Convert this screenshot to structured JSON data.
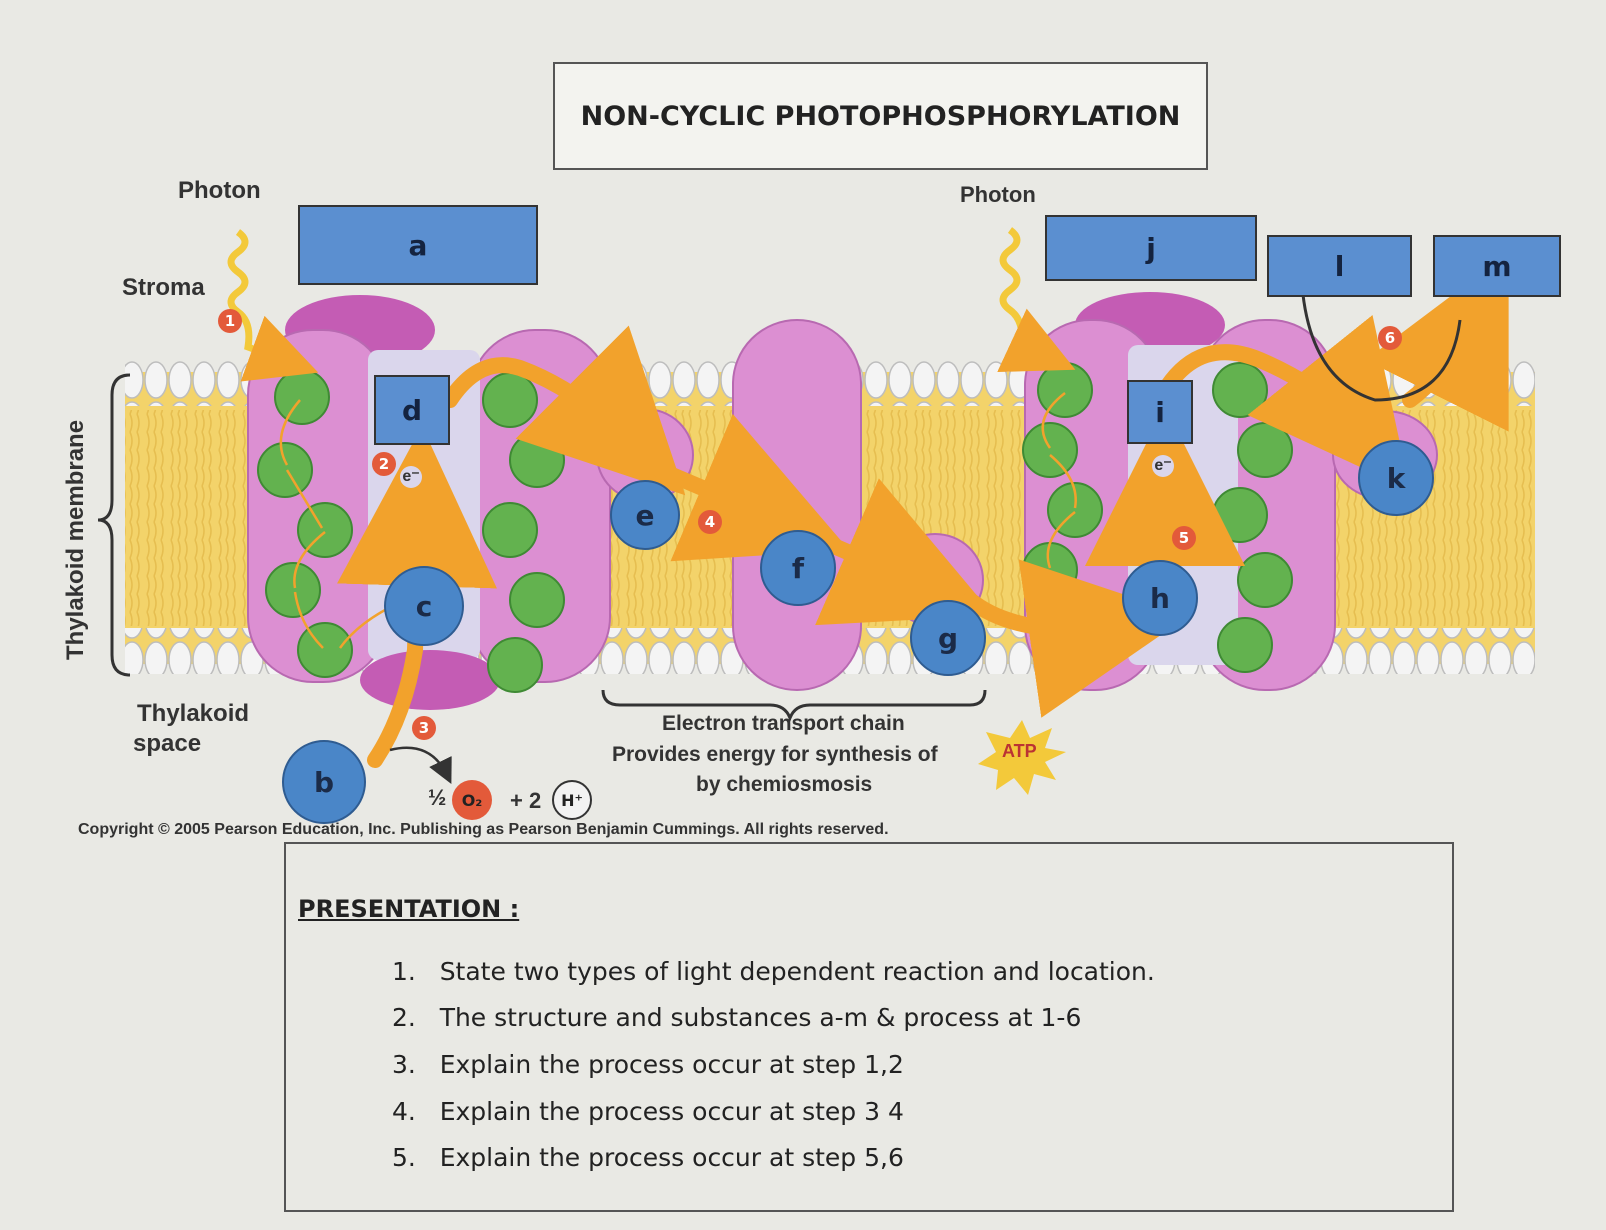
{
  "title": "NON-CYCLIC PHOTOPHOSPHORYLATION",
  "labels": {
    "photon_left": "Photon",
    "photon_right": "Photon",
    "stroma": "Stroma",
    "thylakoid_membrane": "Thylakoid membrane",
    "thylakoid_space_1": "Thylakoid",
    "thylakoid_space_2": "space",
    "etc": "Electron transport chain",
    "energy_line1": "Provides energy for synthesis of",
    "energy_line2": "by chemiosmosis",
    "atp": "ATP",
    "electron": "e⁻",
    "half": "½",
    "o2": "O₂",
    "plus_two": "+ 2",
    "h_plus": "H⁺"
  },
  "boxes": [
    "a",
    "j",
    "l",
    "m",
    "d",
    "i"
  ],
  "circles": [
    "b",
    "c",
    "e",
    "f",
    "g",
    "h",
    "k"
  ],
  "steps": [
    "1",
    "2",
    "3",
    "4",
    "5",
    "6"
  ],
  "copyright": "Copyright © 2005 Pearson Education, Inc. Publishing as Pearson Benjamin Cummings. All rights reserved.",
  "presentation": {
    "heading": "PRESENTATION :",
    "questions": [
      "1.   State two types of light dependent reaction and location.",
      "2.   The structure and substances a-m & process at 1-6",
      "3.   Explain the process occur at step 1,2",
      "4.   Explain the process occur at step 3 4",
      "5.   Explain the process occur at step 5,6"
    ]
  },
  "colors": {
    "membrane_yellow": "#f3d36a",
    "head_white": "#efefef",
    "protein_pink": "#dc8fd2",
    "chlorophyll_green": "#63b24f",
    "arrow_orange": "#f2a22c",
    "label_blue": "#4a86c8"
  }
}
